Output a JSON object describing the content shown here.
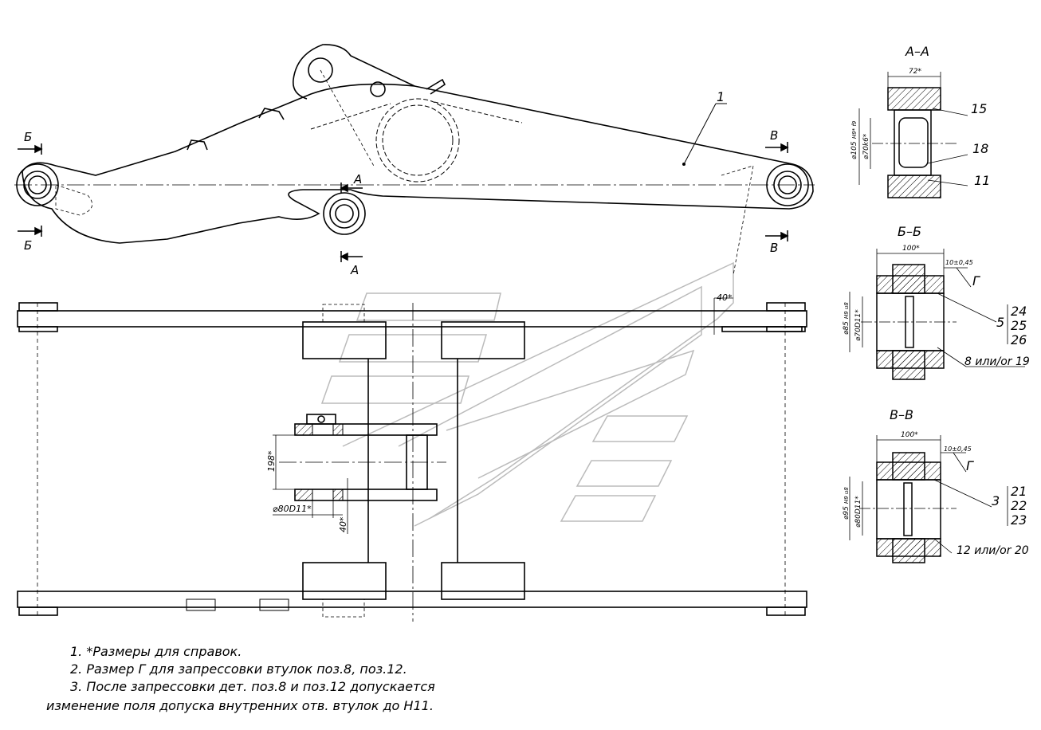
{
  "views": {
    "section_aa": {
      "title": "А–А",
      "dim_width": "72*",
      "dim_outer": "⌀105",
      "dim_outer_tol": "H9*\nf9",
      "dim_inner": "⌀70k6*",
      "callouts": [
        "15",
        "18",
        "11"
      ]
    },
    "section_bb": {
      "title": "Б–Б",
      "dim_width": "100*",
      "dim_g": "10±0,45",
      "letter_g": "Г",
      "dim_outer": "⌀85",
      "dim_outer_tol": "H9\nu8",
      "dim_inner": "⌀70D11*",
      "callout_main": "5",
      "callout_group": [
        "24",
        "25",
        "26"
      ],
      "callout_bottom": "8 или/or 19"
    },
    "section_vv": {
      "title": "В–В",
      "dim_width": "100*",
      "dim_g": "10±0,45",
      "letter_g": "Г",
      "dim_outer": "⌀95",
      "dim_outer_tol": "H9\nu8",
      "dim_inner": "⌀80D11*",
      "callout_main": "3",
      "callout_group": [
        "21",
        "22",
        "23"
      ],
      "callout_bottom": "12 или/or 20"
    }
  },
  "side_view": {
    "part_number": "1",
    "section_marks": {
      "b": "Б",
      "v": "В",
      "a": "А"
    }
  },
  "plan_view": {
    "dim_angle": "40*",
    "dim_height": "198*",
    "dim_bore": "⌀80D11*",
    "dim_small": "40*"
  },
  "notes": [
    "1. *Размеры для справок.",
    "2. Размер Г  для запрессовки втулок поз.8, поз.12.",
    "3. После запрессовки дет. поз.8 и поз.12 допускается",
    "изменение поля допуска внутренних отв. втулок до H11."
  ]
}
